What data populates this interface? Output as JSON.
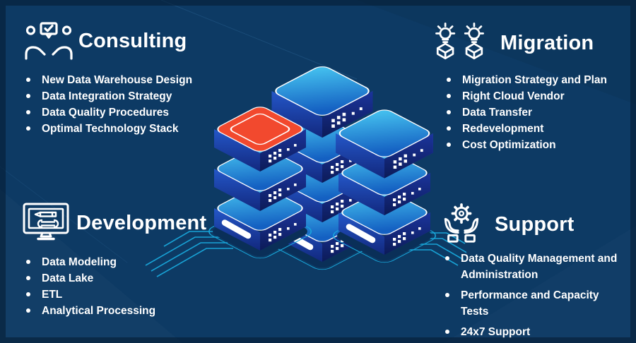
{
  "colors": {
    "background": "#0d3a64",
    "frame": "#07294b",
    "accent_cyan": "#19a8dc",
    "highlight_red": "#f2492e",
    "text": "#ffffff"
  },
  "sections": {
    "consulting": {
      "title": "Consulting",
      "icon": "handshake-check-icon",
      "items": [
        "New Data Warehouse Design",
        "Data Integration Strategy",
        "Data Quality Procedures",
        "Optimal Technology Stack"
      ]
    },
    "migration": {
      "title": "Migration",
      "icon": "idea-cubes-icon",
      "items": [
        "Migration Strategy and Plan",
        "Right Cloud Vendor",
        "Data Transfer",
        "Redevelopment",
        "Cost Optimization"
      ]
    },
    "development": {
      "title": "Development",
      "icon": "monitor-tools-icon",
      "items": [
        "Data Modeling",
        "Data Lake",
        "ETL",
        "Analytical Processing"
      ]
    },
    "support": {
      "title": "Support",
      "icon": "hands-gear-icon",
      "items": [
        "Data Quality Management and Administration",
        "Performance and Capacity Tests",
        "24x7 Support"
      ]
    }
  },
  "illustration": {
    "description": "Isometric stacks of data-warehouse server blocks, three columns on glowing bases with circuit lines; the top-left block is highlighted red",
    "columns": 3,
    "highlight": "top-left block red"
  }
}
